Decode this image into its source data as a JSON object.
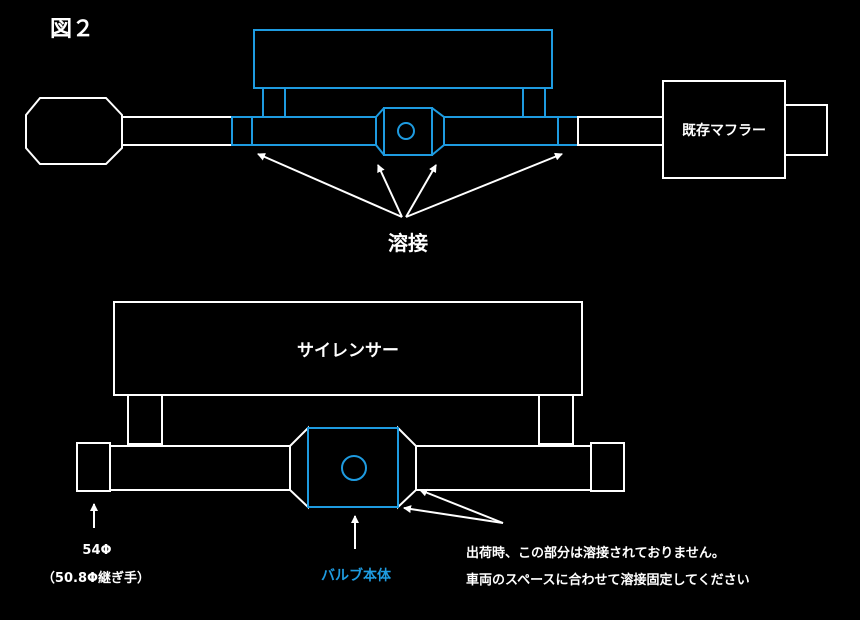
{
  "figure_label": "図２",
  "top": {
    "muffler_label": "既存マフラー",
    "weld_label": "溶接"
  },
  "bottom": {
    "silencer_label": "サイレンサー",
    "pipe_size": "54Φ",
    "joint_label": "（50.8Φ継ぎ手）",
    "valve_label": "バルブ本体",
    "note_line1": "出荷時、この部分は溶接されておりません。",
    "note_line2": "車両のスペースに合わせて溶接固定してください"
  },
  "colors": {
    "background": "#000000",
    "line": "#ffffff",
    "accent": "#1e9be0"
  }
}
